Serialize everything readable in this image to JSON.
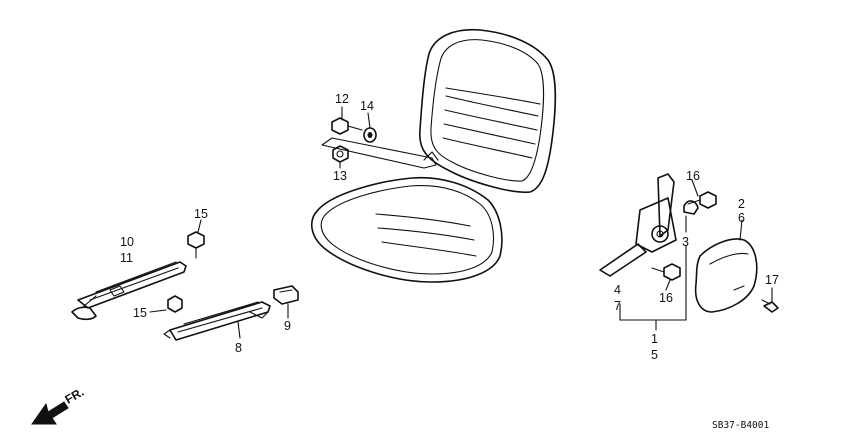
{
  "callouts": [
    "1",
    "2",
    "3",
    "4",
    "5",
    "6",
    "7",
    "8",
    "9",
    "10",
    "11",
    "12",
    "13",
    "14",
    "15",
    "15",
    "16",
    "16",
    "17"
  ],
  "direction_label": "FR.",
  "drawing_code": "SB37-B4001"
}
